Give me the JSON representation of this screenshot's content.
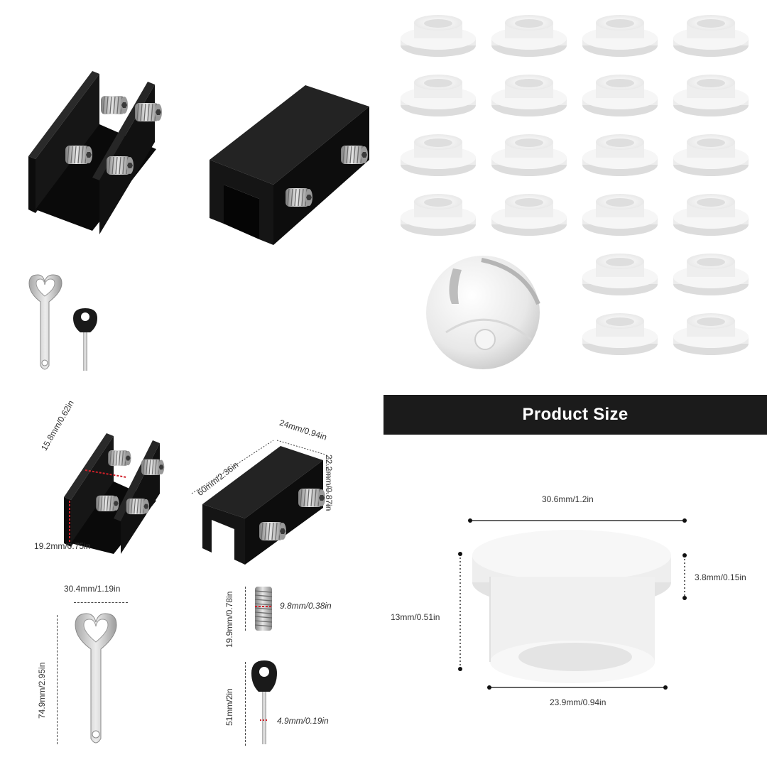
{
  "banner": {
    "title": "Product Size"
  },
  "dimensions": {
    "bracket_height": "15.8mm/0.62in",
    "bracket_width": "19.2mm/0.75in",
    "bracket_length": "60mm/2.36in",
    "bracket_depth": "24mm/0.94in",
    "bracket_side": "22.2mm/0.87in",
    "wrench_width": "30.4mm/1.19in",
    "wrench_length": "74.9mm/2.95in",
    "screw_length": "19.9mm/0.78in",
    "screw_diameter": "9.8mm/0.38in",
    "key_length": "51mm/2in",
    "key_diameter": "4.9mm/0.19in",
    "washer_top_width": "30.6mm/1.2in",
    "washer_flange": "3.8mm/0.15in",
    "washer_height": "13mm/0.51in",
    "washer_bottom_width": "23.9mm/0.94in"
  },
  "colors": {
    "bracket": "#141414",
    "banner": "#1b1b1b",
    "washer": "#f3f3f3",
    "accent_dim": "#d0202a"
  }
}
